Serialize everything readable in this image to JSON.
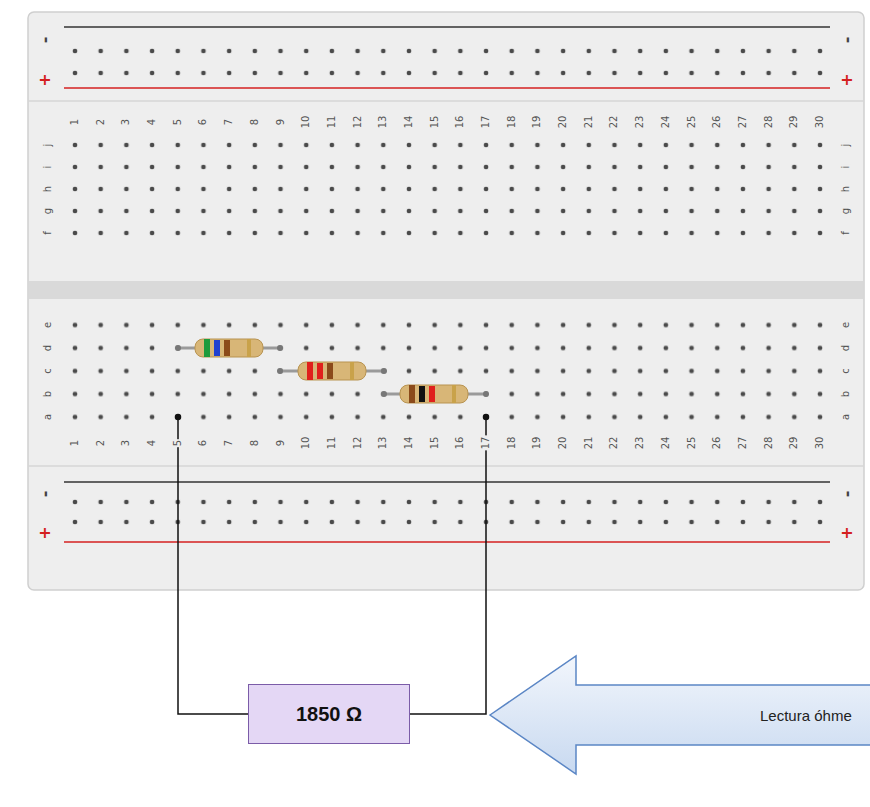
{
  "diagram": {
    "nodes": [
      {
        "text": [
          "1850 Ω"
        ]
      },
      {
        "text": [
          "Lectura óhme"
        ]
      }
    ],
    "labels": [
      "-",
      "-",
      "+",
      "+",
      "1",
      "2",
      "3",
      "4",
      "5",
      "6",
      "7",
      "8",
      "9",
      "10",
      "11",
      "12",
      "13",
      "14",
      "15",
      "16",
      "17",
      "18",
      "19",
      "20",
      "21",
      "22",
      "23",
      "24",
      "25",
      "26",
      "27",
      "28",
      "29",
      "30",
      "j",
      "i",
      "h",
      "g",
      "f",
      "j",
      "i",
      "h",
      "g",
      "f",
      "e",
      "d",
      "c",
      "b",
      "a",
      "e",
      "d",
      "c",
      "b",
      "a",
      "1",
      "2",
      "3",
      "4",
      "5",
      "6",
      "7",
      "8",
      "9",
      "10",
      "11",
      "12",
      "13",
      "14",
      "15",
      "16",
      "17",
      "18",
      "19",
      "20",
      "21",
      "22",
      "23",
      "24",
      "25",
      "26",
      "27",
      "28",
      "29",
      "30",
      "-",
      "-",
      "+",
      "+"
    ]
  }
}
